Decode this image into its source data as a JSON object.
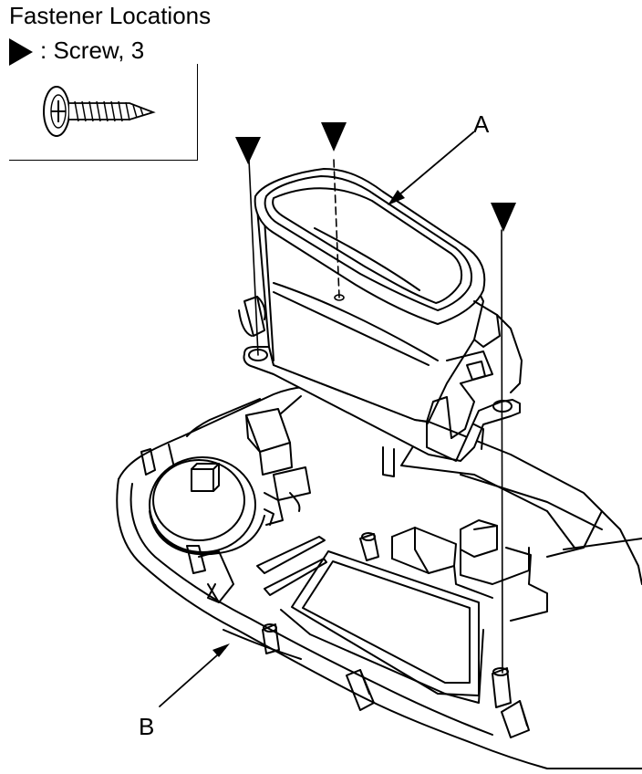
{
  "legend": {
    "title": "Fastener Locations",
    "screw_label": ": Screw, 3",
    "screw_icon": "screw-icon",
    "marker_icon": "triangle-marker-icon"
  },
  "callouts": {
    "a": "A",
    "b": "B"
  },
  "colors": {
    "line": "#000000",
    "background": "#ffffff"
  }
}
